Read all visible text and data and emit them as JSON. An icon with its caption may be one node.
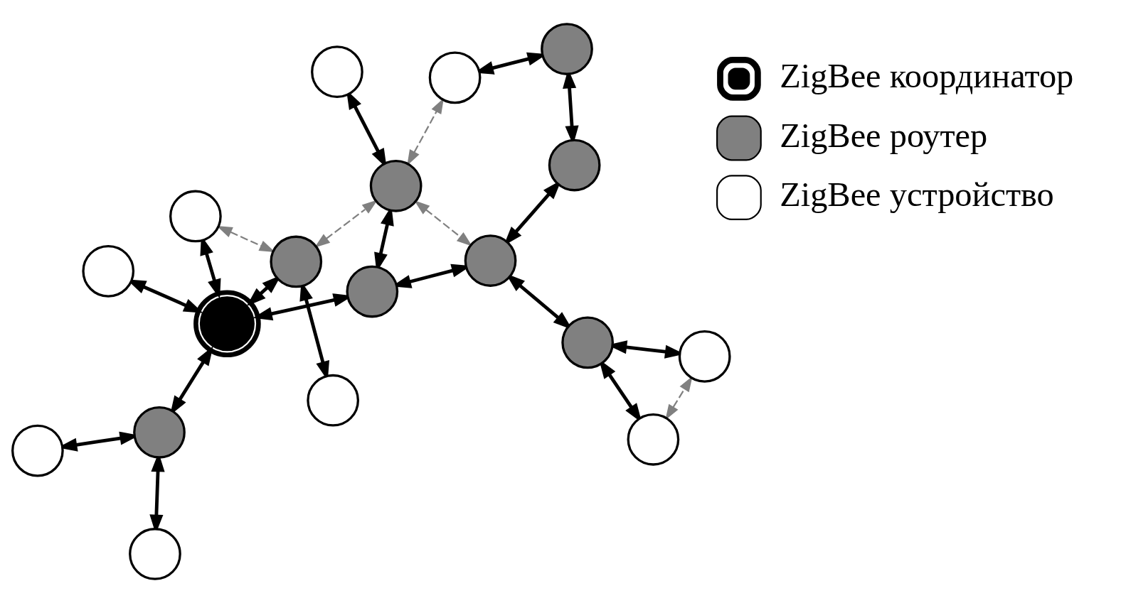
{
  "diagram": {
    "nodes": [
      {
        "text": [],
        "shape": "circle"
      },
      {
        "text": [],
        "shape": "circle"
      },
      {
        "text": [],
        "shape": "circle"
      },
      {
        "text": [],
        "shape": "circle"
      },
      {
        "text": [],
        "shape": "circle"
      },
      {
        "text": [],
        "shape": "circle"
      },
      {
        "text": [],
        "shape": "circle"
      },
      {
        "text": [],
        "shape": "circle"
      },
      {
        "text": [],
        "shape": "circle"
      },
      {
        "text": [],
        "shape": "circle"
      },
      {
        "text": [],
        "shape": "circle"
      },
      {
        "text": [],
        "shape": "circle"
      },
      {
        "text": [],
        "shape": "circle"
      },
      {
        "text": [],
        "shape": "circle"
      },
      {
        "text": [],
        "shape": "circle"
      },
      {
        "text": [],
        "shape": "circle"
      },
      {
        "text": [],
        "shape": "circle"
      },
      {
        "text": [],
        "shape": "circle"
      }
    ],
    "edges": [
      {
        "from": 0,
        "to": 1,
        "arrow": "both"
      },
      {
        "from": 1,
        "to": 2,
        "arrow": "both"
      },
      {
        "from": 1,
        "to": 4,
        "arrow": "both"
      },
      {
        "from": 3,
        "to": 4,
        "arrow": "both"
      },
      {
        "from": 4,
        "to": 5,
        "arrow": "both"
      },
      {
        "from": 4,
        "to": 8,
        "arrow": "both"
      },
      {
        "from": 4,
        "to": 10,
        "arrow": "both"
      },
      {
        "from": 9,
        "to": 8,
        "arrow": "both"
      },
      {
        "from": 3,
        "to": 8,
        "arrow": "both",
        "style": "dashed",
        "color": "#808080"
      },
      {
        "from": 6,
        "to": 7,
        "arrow": "both",
        "style": "dashed",
        "color": "#808080"
      },
      {
        "from": 8,
        "to": 14,
        "arrow": "both",
        "style": "dashed",
        "color": "#808080"
      },
      {
        "from": 10,
        "to": 14,
        "arrow": "both"
      },
      {
        "from": 10,
        "to": 12,
        "arrow": "both"
      },
      {
        "from": 6,
        "to": 13,
        "arrow": "both"
      },
      {
        "from": 7,
        "to": 13,
        "arrow": "both"
      },
      {
        "from": 11,
        "to": 14,
        "arrow": "both"
      },
      {
        "from": 14,
        "to": 12,
        "arrow": "both",
        "style": "dashed",
        "color": "#808080"
      },
      {
        "from": 12,
        "to": 13,
        "arrow": "both"
      },
      {
        "from": 12,
        "to": 15,
        "arrow": "both"
      },
      {
        "from": 14,
        "to": 16,
        "arrow": "both",
        "style": "dashed",
        "color": "#808080"
      },
      {
        "from": 15,
        "to": 17,
        "arrow": "both"
      },
      {
        "from": 16,
        "to": 17,
        "arrow": "both"
      }
    ],
    "legend": [
      {
        "text": "ZigBee координатор"
      },
      {
        "text": "ZigBee роутер"
      },
      {
        "text": "ZigBee устройство"
      }
    ]
  }
}
